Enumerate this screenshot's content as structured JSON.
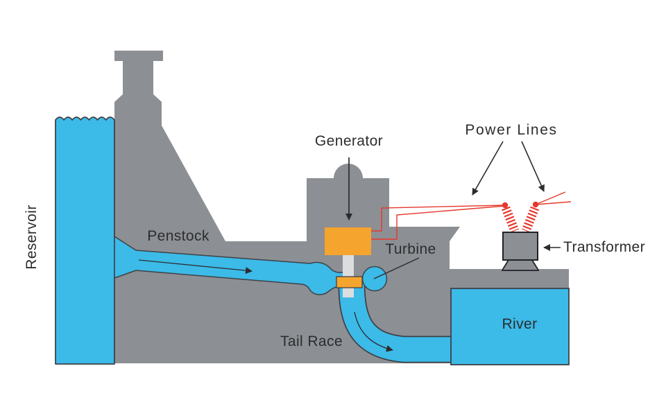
{
  "diagram": {
    "type": "hydroelectric-power-plant-cross-section",
    "labels": {
      "reservoir": "Reservoir",
      "penstock": "Penstock",
      "generator": "Generator",
      "turbine": "Turbine",
      "power_lines": "Power Lines",
      "transformer": "Transformer",
      "river": "River",
      "tail_race": "Tail Race"
    }
  },
  "colors": {
    "water": "#3cbae8",
    "structure": "#8c8f94",
    "machine": "#f5a42e",
    "shaft": "#dcddde",
    "wire": "#e6382d",
    "outline": "#3e4146",
    "ink": "#2b2c2e",
    "transformer-outline": "#202124"
  }
}
